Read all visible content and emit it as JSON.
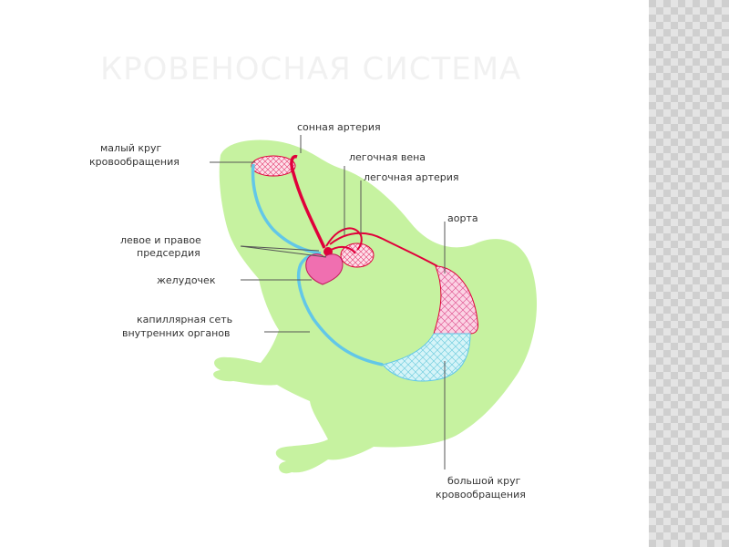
{
  "slide": {
    "title": "КРОВЕНОСНАЯ СИСТЕМА"
  },
  "labels": {
    "small_circle_1": "малый круг",
    "small_circle_2": "кровообращения",
    "carotid": "сонная артерия",
    "pulmonary_vein": "легочная вена",
    "pulmonary_artery": "легочная артерия",
    "aorta": "аорта",
    "atria_1": "левое и правое",
    "atria_2": "предсердия",
    "ventricle": "желудочек",
    "capillary_1": "капиллярная сеть",
    "capillary_2": "внутренних органов",
    "big_circle_1": "большой круг",
    "big_circle_2": "кровообращения"
  },
  "colors": {
    "body": "#c6f2a0",
    "arterial": "#e0003a",
    "venous": "#62c7e8",
    "heart": "#f06fb0",
    "capillary_arterial": "#f08cb8",
    "capillary_venous": "#a8e8f0",
    "leader": "#555555",
    "title": "#f1f1f1"
  }
}
